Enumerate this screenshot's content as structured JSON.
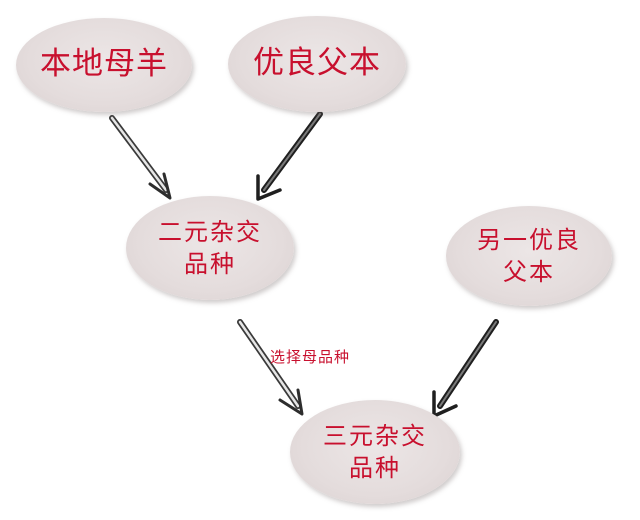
{
  "nodes": {
    "local_ewe": "本地母羊",
    "superior_sire": "优良父本",
    "two_way_cross": "二元杂交\n品种",
    "another_superior_sire": "另一优良\n父本",
    "three_way_cross": "三元杂交\n品种"
  },
  "edges": {
    "select_dam_label": "选择母品种"
  },
  "colors": {
    "text": "#c8102e",
    "node_fill": "#e6dede",
    "arrow": "#555555"
  }
}
